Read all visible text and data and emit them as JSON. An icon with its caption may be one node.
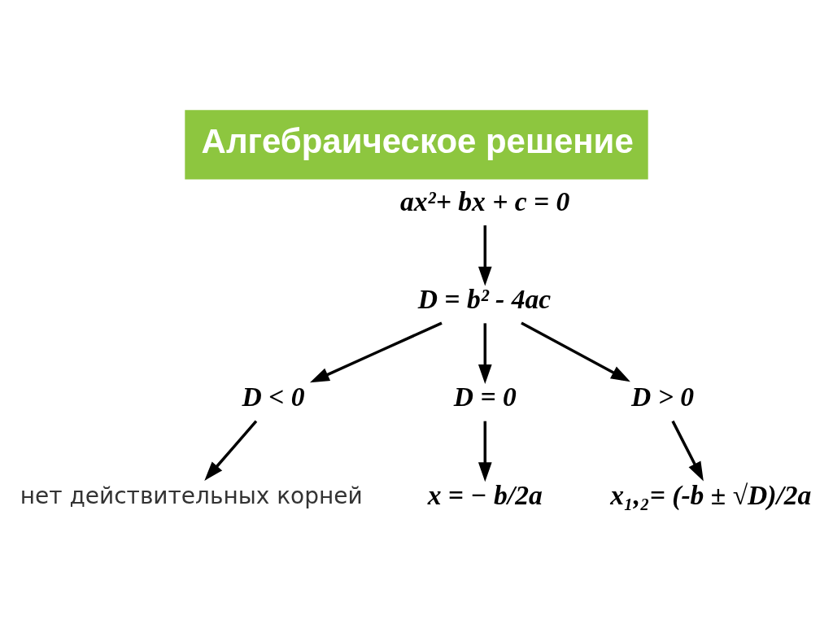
{
  "diagram": {
    "title": "Алгебраическое решение",
    "nodes": [
      {
        "text": [
          "ax²+ bx + c = 0"
        ]
      },
      {
        "text": [
          "D = b² - 4ac"
        ]
      },
      {
        "text": [
          "D < 0"
        ]
      },
      {
        "text": [
          "D = 0"
        ]
      },
      {
        "text": [
          "D > 0"
        ]
      },
      {
        "text": [
          "нет действительных корней"
        ]
      },
      {
        "text": [
          "x = − b/2a"
        ]
      },
      {
        "text": [
          "x₁,₂= (-b ± √D)/2a"
        ]
      }
    ],
    "edges": [
      {
        "from": 0,
        "to": 1,
        "arrow": "to"
      },
      {
        "from": 1,
        "to": 2,
        "arrow": "to"
      },
      {
        "from": 1,
        "to": 3,
        "arrow": "to"
      },
      {
        "from": 1,
        "to": 4,
        "arrow": "to"
      },
      {
        "from": 2,
        "to": 5,
        "arrow": "to"
      },
      {
        "from": 3,
        "to": 6,
        "arrow": "to"
      },
      {
        "from": 4,
        "to": 7,
        "arrow": "to"
      }
    ]
  }
}
